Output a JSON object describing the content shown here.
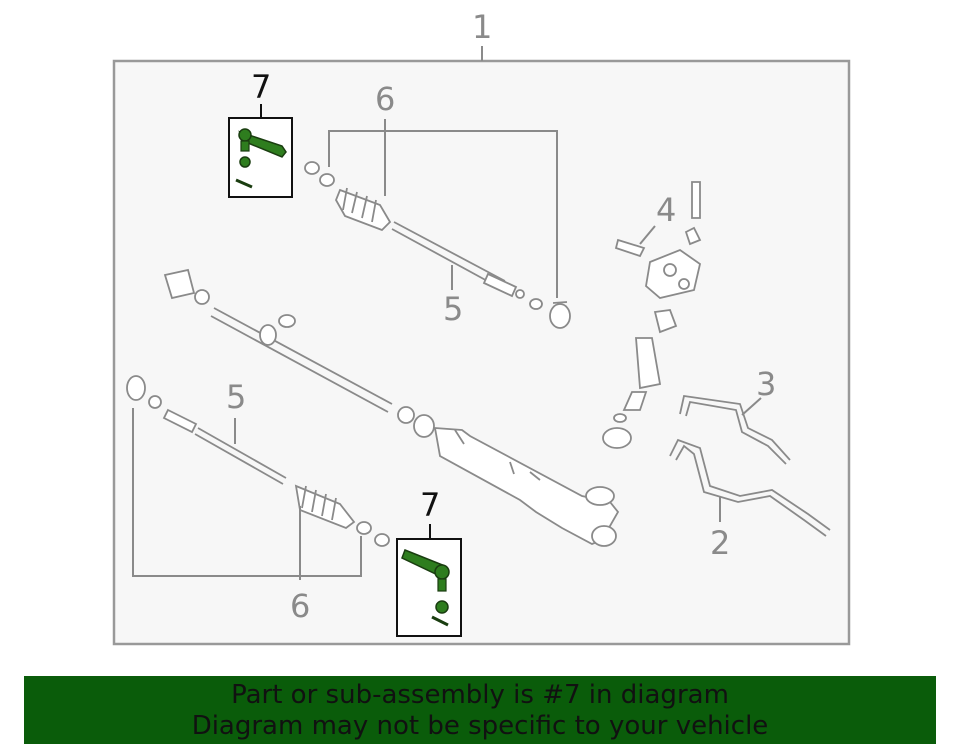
{
  "diagram": {
    "callouts": {
      "assembly": "1",
      "pipe_lower": "2",
      "pipe_upper": "3",
      "bolt": "4",
      "tie_rod_upper": "5",
      "tie_rod_lower": "5",
      "boot_upper": "6",
      "boot_lower": "6",
      "tie_rod_end_upper": "7",
      "tie_rod_end_lower": "7"
    },
    "highlight_color": "#2e7d1e",
    "line_color": "#8a8a8a"
  },
  "banner": {
    "line1": "Part or sub-assembly is #7 in diagram",
    "line2": "Diagram may not be specific to your vehicle",
    "background": "#0a5c0a"
  }
}
